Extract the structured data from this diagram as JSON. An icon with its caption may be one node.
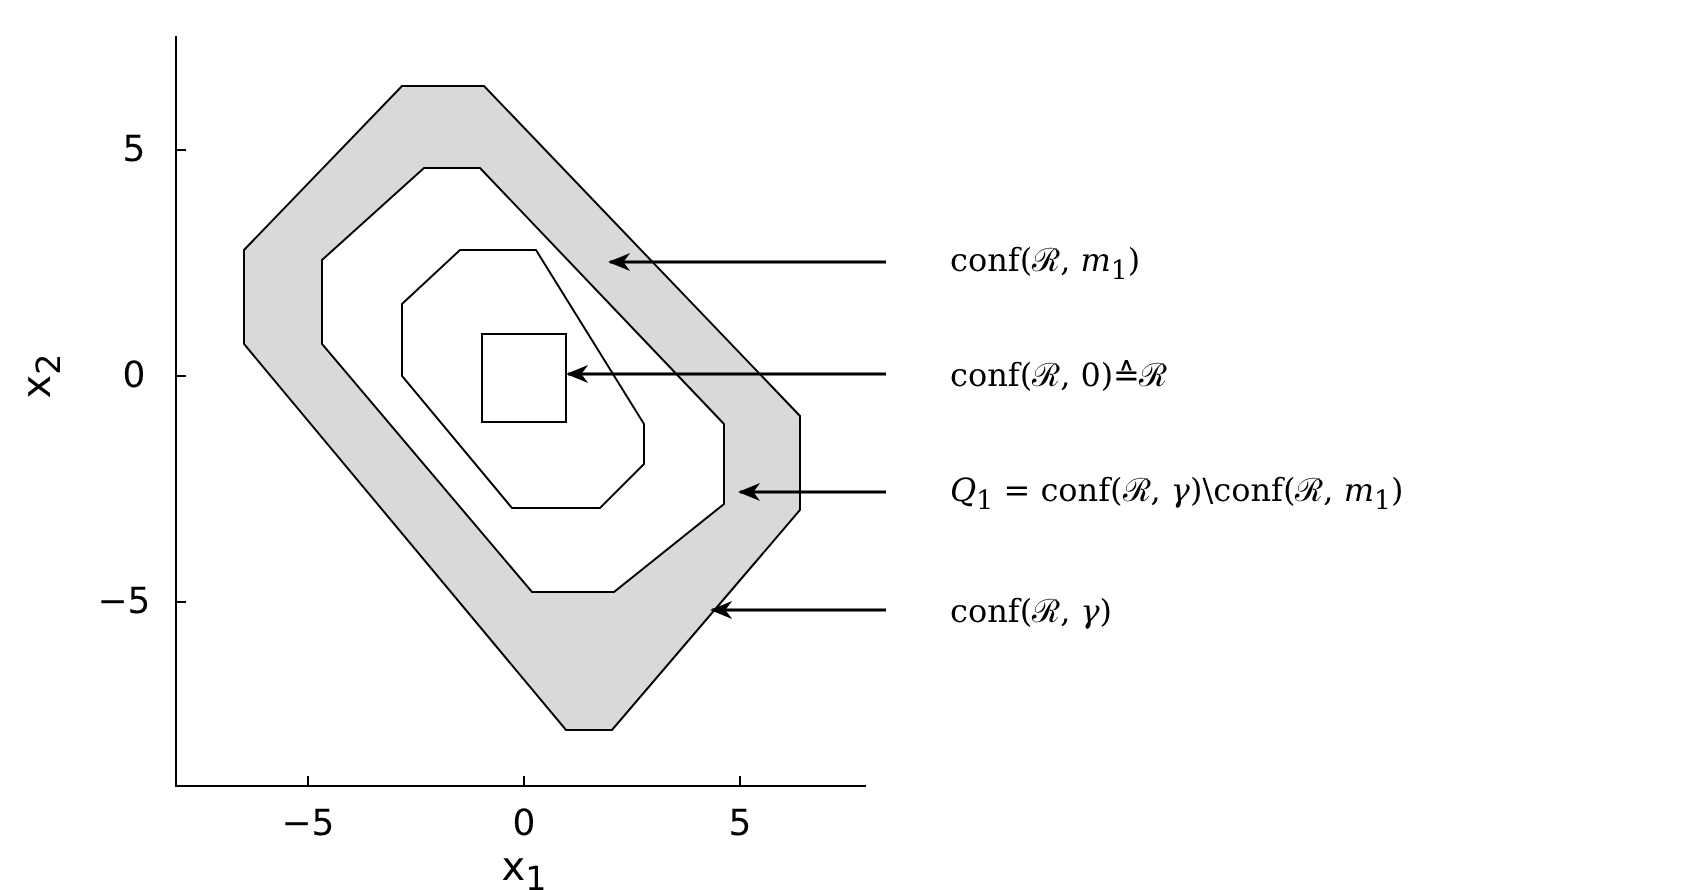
{
  "diagram": {
    "nodes": [
      {
        "text": [],
        "shape": "octagon"
      },
      {
        "text": [],
        "shape": "octagon",
        "in": 0
      },
      {
        "text": [],
        "shape": "octagon",
        "in": 1
      },
      {
        "text": [],
        "shape": "box",
        "in": 2
      },
      {
        "text": [
          "conf(ℛ, *m*$_{1}$)"
        ]
      },
      {
        "text": [
          "conf(ℛ, 0)≙ℛ"
        ]
      },
      {
        "text": [
          "*Q*$_{1}$ = conf(ℛ, *γ*)\\conf(ℛ, *m*$_{1}$)"
        ]
      },
      {
        "text": [
          "conf(ℛ, *γ*)"
        ]
      }
    ],
    "edges": [
      {
        "from": 4,
        "to": 1,
        "arrow": "to"
      },
      {
        "from": 5,
        "to": 3,
        "arrow": "to"
      },
      {
        "from": 6,
        "to": 0,
        "arrow": "to"
      },
      {
        "from": 7,
        "to": 0,
        "arrow": "to"
      }
    ],
    "labels": [
      "5",
      "0",
      "−5",
      "−5",
      "0",
      "5",
      "x$_{2}$",
      "x$_{1}$"
    ]
  }
}
